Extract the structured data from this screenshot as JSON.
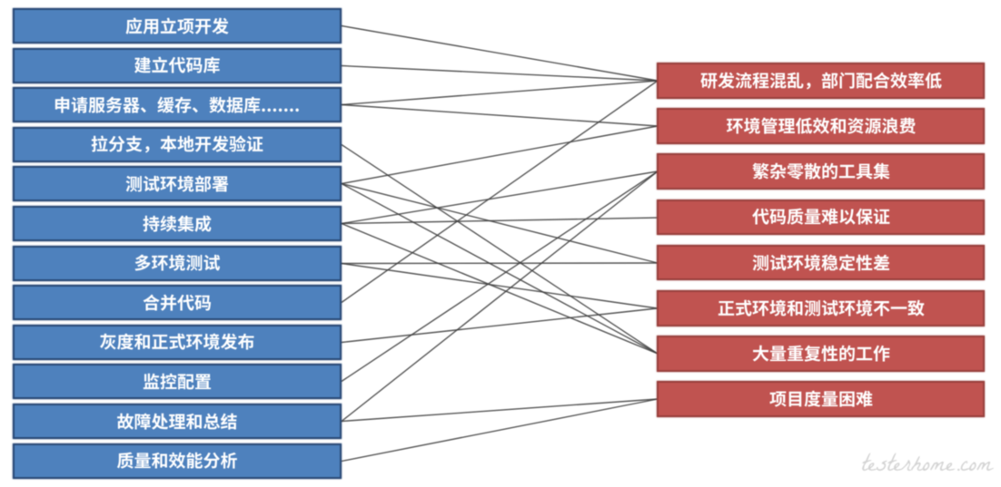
{
  "diagram": {
    "left_column": {
      "items": [
        {
          "label": "应用立项开发"
        },
        {
          "label": "建立代码库"
        },
        {
          "label": "申请服务器、缓存、数据库......."
        },
        {
          "label": "拉分支，本地开发验证"
        },
        {
          "label": "测试环境部署"
        },
        {
          "label": "持续集成"
        },
        {
          "label": "多环境测试"
        },
        {
          "label": "合并代码"
        },
        {
          "label": "灰度和正式环境发布"
        },
        {
          "label": "监控配置"
        },
        {
          "label": "故障处理和总结"
        },
        {
          "label": "质量和效能分析"
        }
      ],
      "fill_color": "#4E81BD",
      "border_color": "#2A4A78",
      "text_color": "#FFFFFF"
    },
    "right_column": {
      "items": [
        {
          "label": "研发流程混乱，部门配合效率低"
        },
        {
          "label": "环境管理低效和资源浪费"
        },
        {
          "label": "繁杂零散的工具集"
        },
        {
          "label": "代码质量难以保证"
        },
        {
          "label": "测试环境稳定性差"
        },
        {
          "label": "正式环境和测试环境不一致"
        },
        {
          "label": "大量重复性的工作"
        },
        {
          "label": "项目度量困难"
        }
      ],
      "fill_color": "#C05350",
      "border_color": "#99403D",
      "text_color": "#FFFFFF"
    },
    "connections": [
      [
        1,
        1
      ],
      [
        2,
        1
      ],
      [
        3,
        1
      ],
      [
        3,
        2
      ],
      [
        4,
        7
      ],
      [
        5,
        2
      ],
      [
        5,
        5
      ],
      [
        5,
        7
      ],
      [
        6,
        3
      ],
      [
        6,
        4
      ],
      [
        6,
        7
      ],
      [
        7,
        5
      ],
      [
        7,
        6
      ],
      [
        8,
        1
      ],
      [
        9,
        6
      ],
      [
        10,
        3
      ],
      [
        11,
        3
      ],
      [
        11,
        8
      ],
      [
        12,
        8
      ]
    ],
    "connector_color": "#3F3F3F",
    "watermark": {
      "text": "testerhome.com",
      "color": "#D4D4D4"
    }
  }
}
